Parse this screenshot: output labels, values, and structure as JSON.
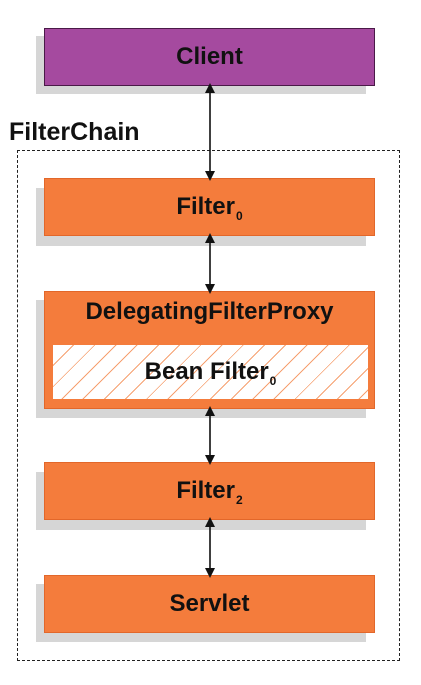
{
  "client": {
    "label": "Client"
  },
  "filter_chain": {
    "title": "FilterChain",
    "filter0": {
      "label": "Filter",
      "sub": "0"
    },
    "proxy": {
      "label": "DelegatingFilterProxy"
    },
    "bean_filter": {
      "label": "Bean Filter",
      "sub": "0"
    },
    "filter2": {
      "label": "Filter",
      "sub": "2"
    },
    "servlet": {
      "label": "Servlet"
    }
  },
  "colors": {
    "client_fill": "#a54a9f",
    "filter_fill": "#f47c3c",
    "hatch_line": "#f6a070",
    "shadow": "#d6d6d6"
  }
}
